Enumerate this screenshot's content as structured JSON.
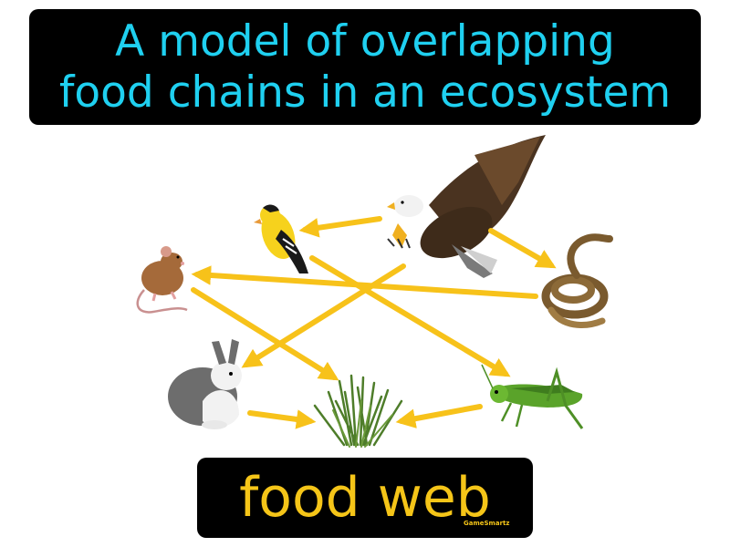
{
  "title": {
    "line1": "A model of overlapping",
    "line2": "food chains in an ecosystem"
  },
  "term": "food web",
  "credit": "GameSmartz",
  "colors": {
    "background": "#ffffff",
    "box": "#000000",
    "title_text": "#1fd0f0",
    "term_text": "#f5c518",
    "arrow": "#f7c21a"
  },
  "organisms": [
    {
      "id": "eagle",
      "icon": "eagle-icon"
    },
    {
      "id": "goldfinch",
      "icon": "bird-icon"
    },
    {
      "id": "mouse",
      "icon": "mouse-icon"
    },
    {
      "id": "snake",
      "icon": "snake-icon"
    },
    {
      "id": "rabbit",
      "icon": "rabbit-icon"
    },
    {
      "id": "grass",
      "icon": "grass-icon"
    },
    {
      "id": "grasshopper",
      "icon": "grasshopper-icon"
    }
  ],
  "feeding_links": [
    {
      "from": "eagle",
      "to": "goldfinch"
    },
    {
      "from": "eagle",
      "to": "snake"
    },
    {
      "from": "eagle",
      "to": "rabbit"
    },
    {
      "from": "snake",
      "to": "mouse"
    },
    {
      "from": "goldfinch",
      "to": "grasshopper"
    },
    {
      "from": "mouse",
      "to": "grass"
    },
    {
      "from": "rabbit",
      "to": "grass"
    },
    {
      "from": "grasshopper",
      "to": "grass"
    }
  ]
}
